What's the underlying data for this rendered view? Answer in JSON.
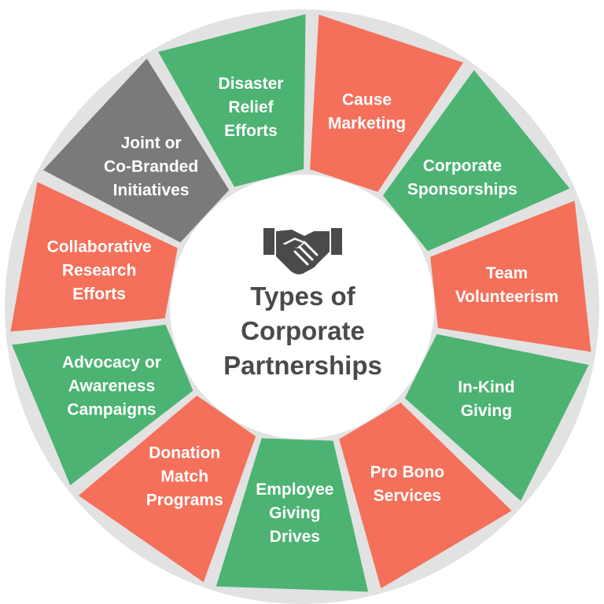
{
  "colors": {
    "green": "#4cb373",
    "coral": "#f4705a",
    "gray": "#7a7a7a",
    "ring": "#e2e2e2",
    "title": "#4a4a4a",
    "icon": "#4a4a4a"
  },
  "center": {
    "icon": "handshake-icon",
    "title_lines": [
      "Types of",
      "Corporate",
      "Partnerships"
    ]
  },
  "segments": [
    {
      "lines": [
        "Cause",
        "Marketing"
      ],
      "color": "coral"
    },
    {
      "lines": [
        "Corporate",
        "Sponsorships"
      ],
      "color": "green"
    },
    {
      "lines": [
        "Team",
        "Volunteerism"
      ],
      "color": "coral"
    },
    {
      "lines": [
        "In-Kind",
        "Giving"
      ],
      "color": "green"
    },
    {
      "lines": [
        "Pro Bono",
        "Services"
      ],
      "color": "coral"
    },
    {
      "lines": [
        "Employee",
        "Giving",
        "Drives"
      ],
      "color": "green"
    },
    {
      "lines": [
        "Donation",
        "Match",
        "Programs"
      ],
      "color": "coral"
    },
    {
      "lines": [
        "Advocacy or",
        "Awareness",
        "Campaigns"
      ],
      "color": "green"
    },
    {
      "lines": [
        "Collaborative",
        "Research",
        "Efforts"
      ],
      "color": "coral"
    },
    {
      "lines": [
        "Joint or",
        "Co-Branded",
        "Initiatives"
      ],
      "color": "gray"
    },
    {
      "lines": [
        "Disaster",
        "Relief",
        "Efforts"
      ],
      "color": "green"
    }
  ]
}
